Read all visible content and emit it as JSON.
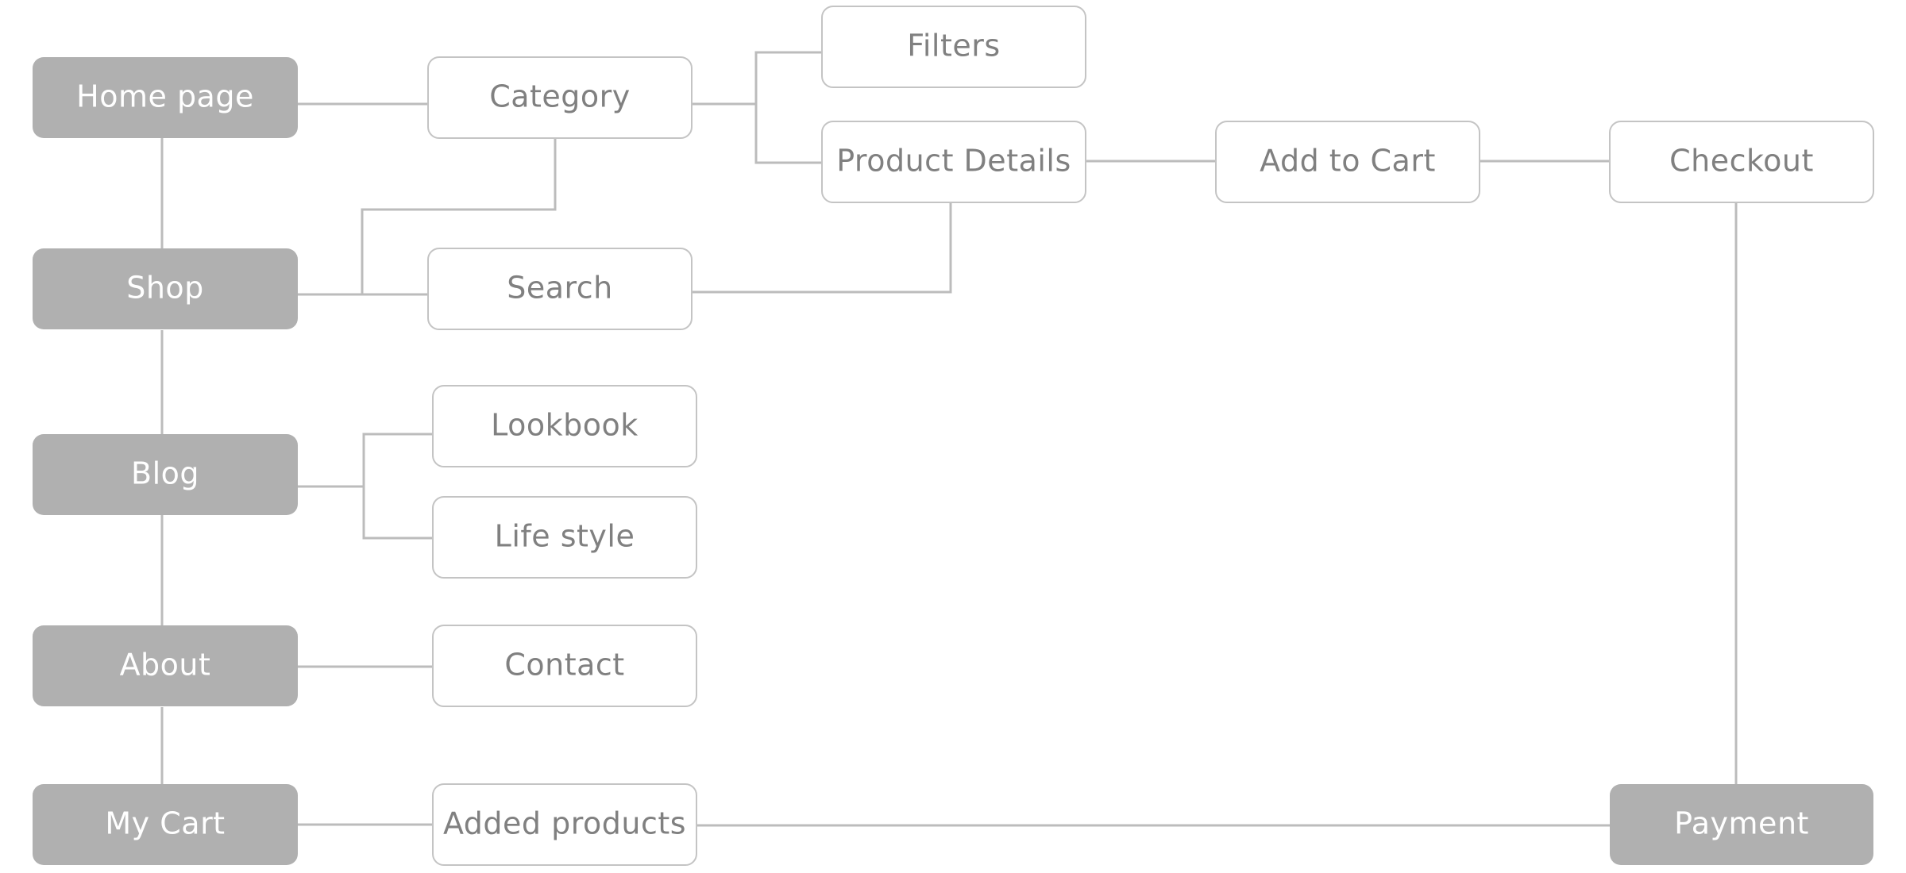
{
  "diagram": {
    "nodes": [
      {
        "id": "home",
        "label": "Home page",
        "style": "primary"
      },
      {
        "id": "shop",
        "label": "Shop",
        "style": "primary"
      },
      {
        "id": "blog",
        "label": "Blog",
        "style": "primary"
      },
      {
        "id": "about",
        "label": "About",
        "style": "primary"
      },
      {
        "id": "mycart",
        "label": "My Cart",
        "style": "primary"
      },
      {
        "id": "category",
        "label": "Category",
        "style": "secondary"
      },
      {
        "id": "search",
        "label": "Search",
        "style": "secondary"
      },
      {
        "id": "filters",
        "label": "Filters",
        "style": "secondary"
      },
      {
        "id": "productdetails",
        "label": "Product Details",
        "style": "secondary"
      },
      {
        "id": "addtocart",
        "label": "Add to Cart",
        "style": "secondary"
      },
      {
        "id": "checkout",
        "label": "Checkout",
        "style": "secondary"
      },
      {
        "id": "lookbook",
        "label": "Lookbook",
        "style": "secondary"
      },
      {
        "id": "lifestyle",
        "label": "Life style",
        "style": "secondary"
      },
      {
        "id": "contact",
        "label": "Contact",
        "style": "secondary"
      },
      {
        "id": "addedproducts",
        "label": "Added products",
        "style": "secondary"
      },
      {
        "id": "payment",
        "label": "Payment",
        "style": "primary"
      }
    ],
    "edges": [
      {
        "from": "home",
        "to": "shop"
      },
      {
        "from": "shop",
        "to": "blog"
      },
      {
        "from": "blog",
        "to": "about"
      },
      {
        "from": "about",
        "to": "mycart"
      },
      {
        "from": "home",
        "to": "category"
      },
      {
        "from": "category",
        "to": "filters"
      },
      {
        "from": "category",
        "to": "productdetails"
      },
      {
        "from": "shop",
        "to": "category"
      },
      {
        "from": "shop",
        "to": "search"
      },
      {
        "from": "search",
        "to": "productdetails"
      },
      {
        "from": "productdetails",
        "to": "addtocart"
      },
      {
        "from": "addtocart",
        "to": "checkout"
      },
      {
        "from": "checkout",
        "to": "payment"
      },
      {
        "from": "blog",
        "to": "lookbook"
      },
      {
        "from": "blog",
        "to": "lifestyle"
      },
      {
        "from": "about",
        "to": "contact"
      },
      {
        "from": "mycart",
        "to": "addedproducts"
      },
      {
        "from": "addedproducts",
        "to": "payment"
      }
    ]
  },
  "colors": {
    "primary_fill": "#b0b0b0",
    "primary_text": "#ffffff",
    "secondary_fill": "#ffffff",
    "secondary_border": "#c4c4c4",
    "secondary_text": "#808080",
    "line": "#bcbcbc"
  }
}
